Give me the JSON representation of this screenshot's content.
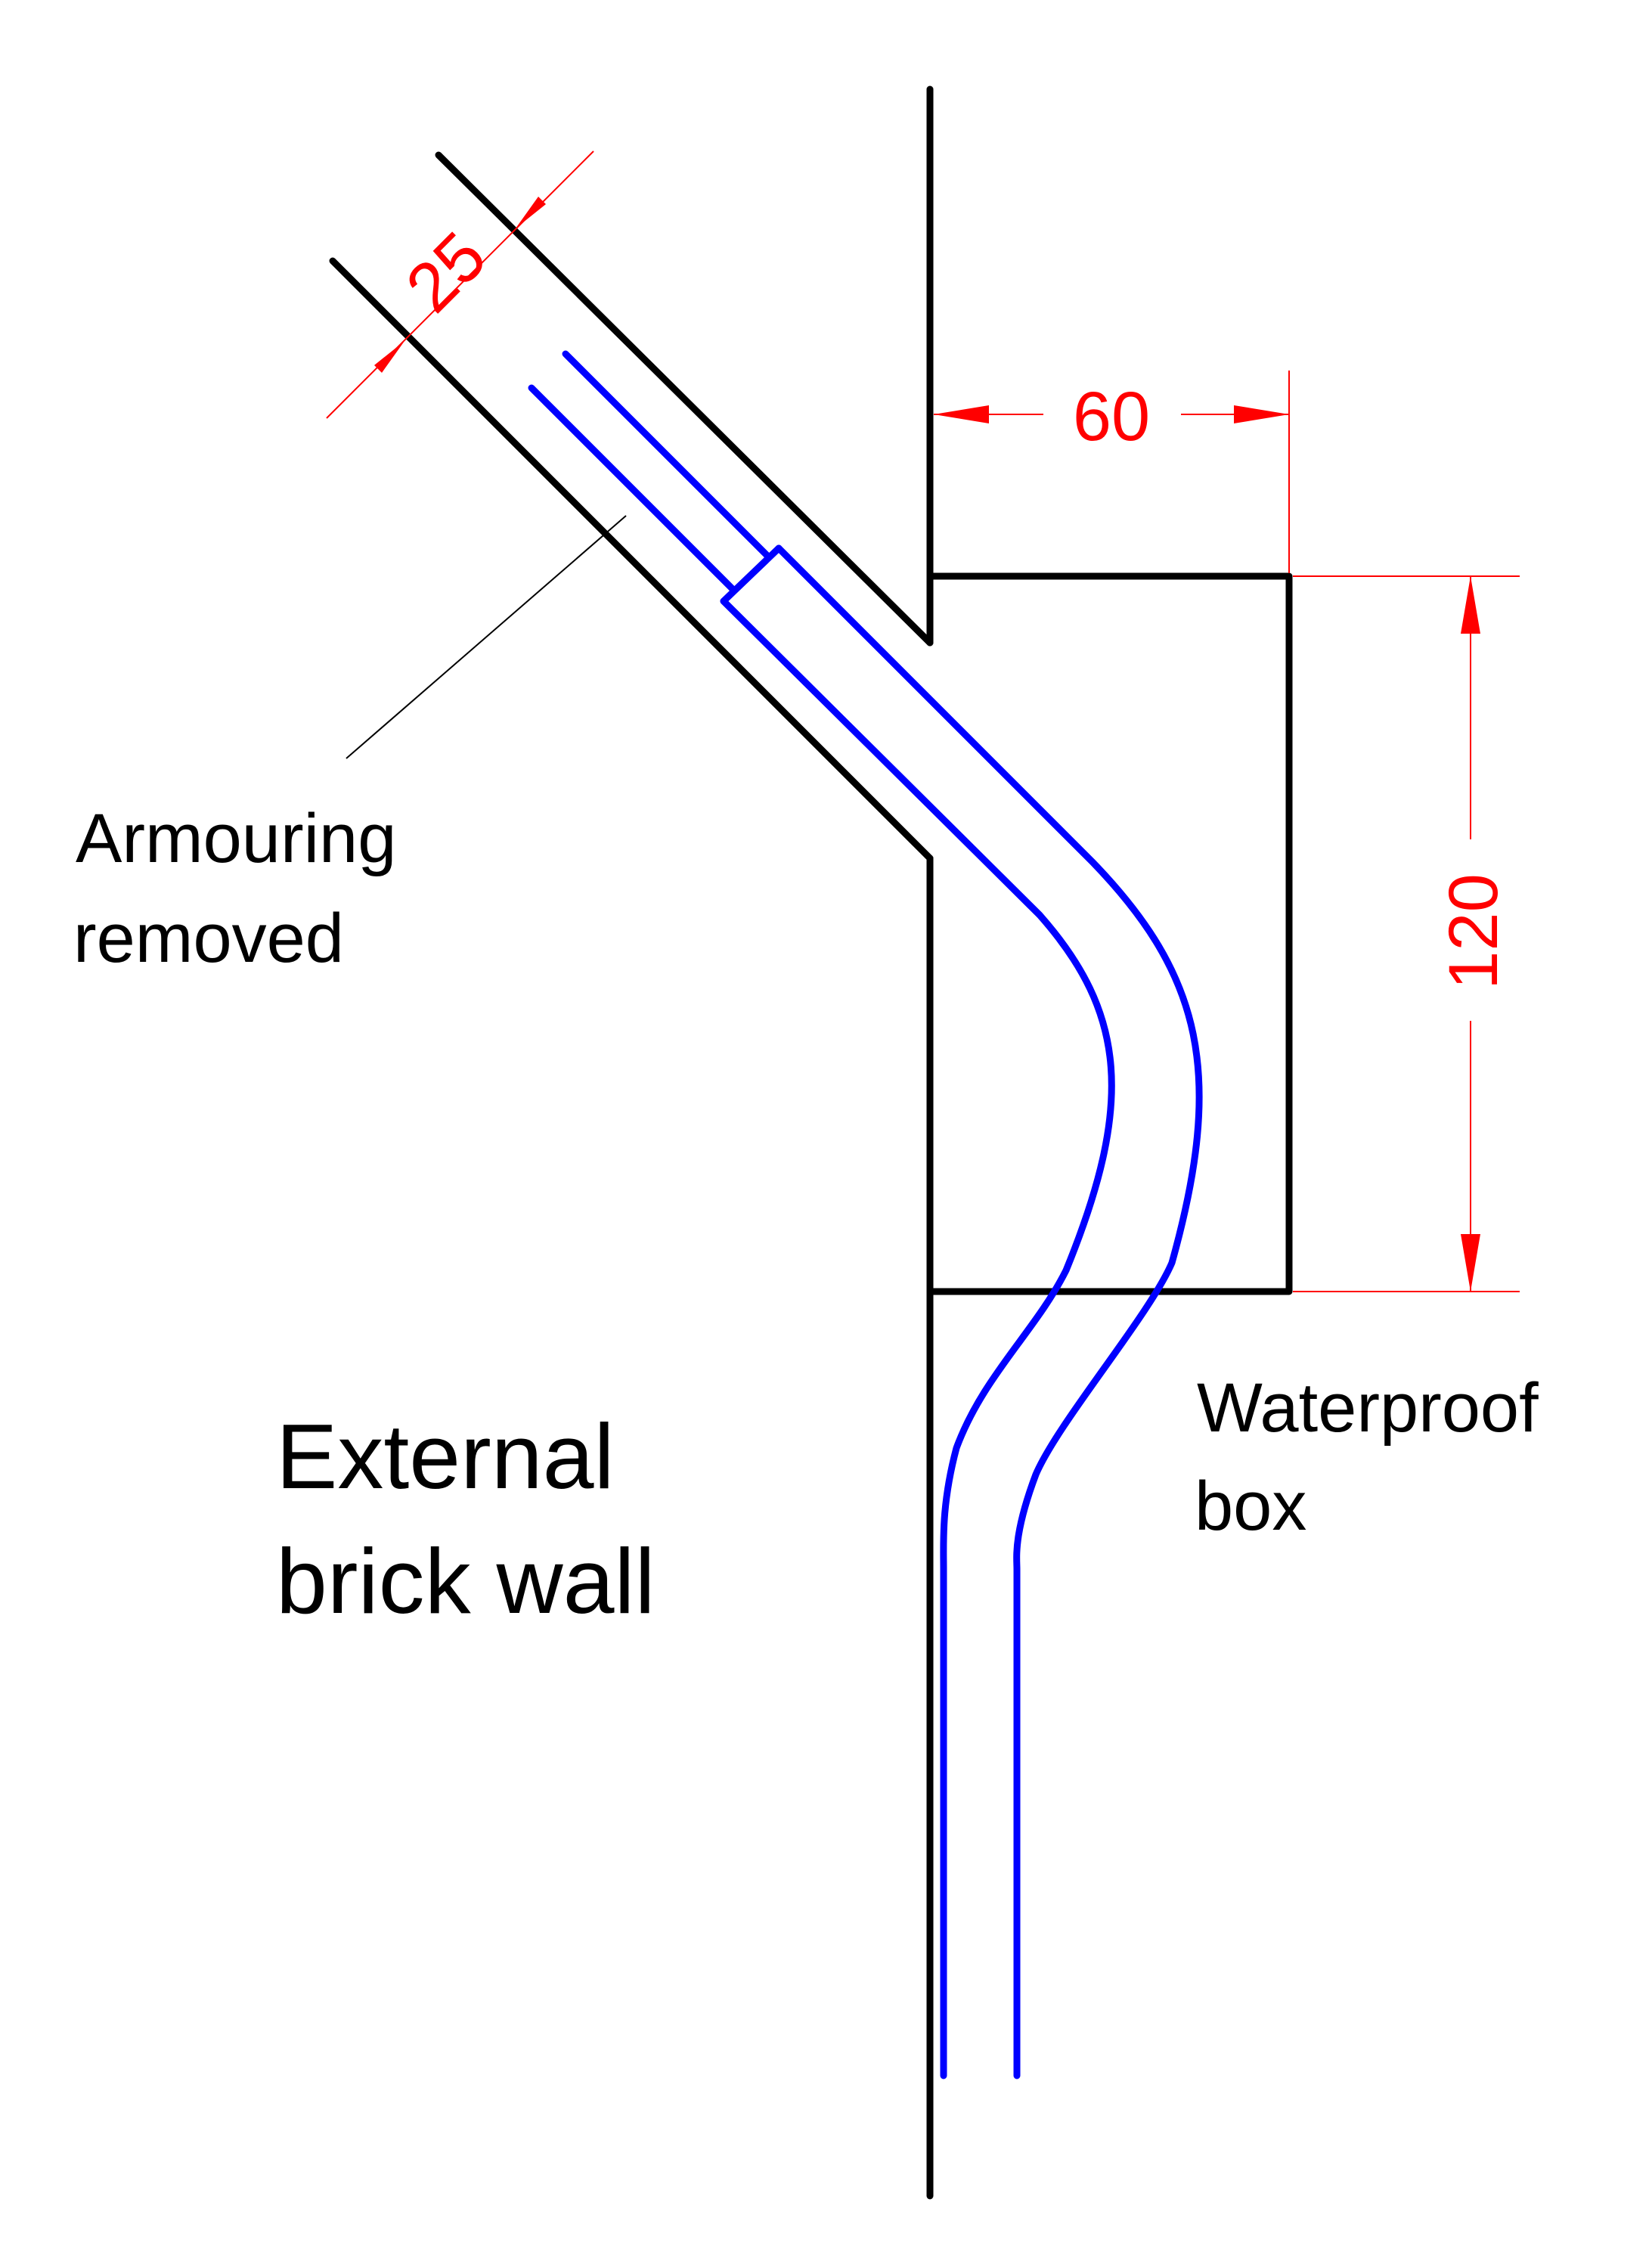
{
  "labels": {
    "armouring_line1": "Armouring",
    "armouring_line2": "removed",
    "wall_line1": "External",
    "wall_line2": "brick wall",
    "box_line1": "Waterproof",
    "box_line2": "box"
  },
  "dimensions": {
    "cable_width": "25",
    "box_depth": "60",
    "box_height": "120"
  },
  "colors": {
    "outline": "#000000",
    "cable": "#0000ff",
    "dimension": "#ff0000",
    "background": "#ffffff"
  }
}
